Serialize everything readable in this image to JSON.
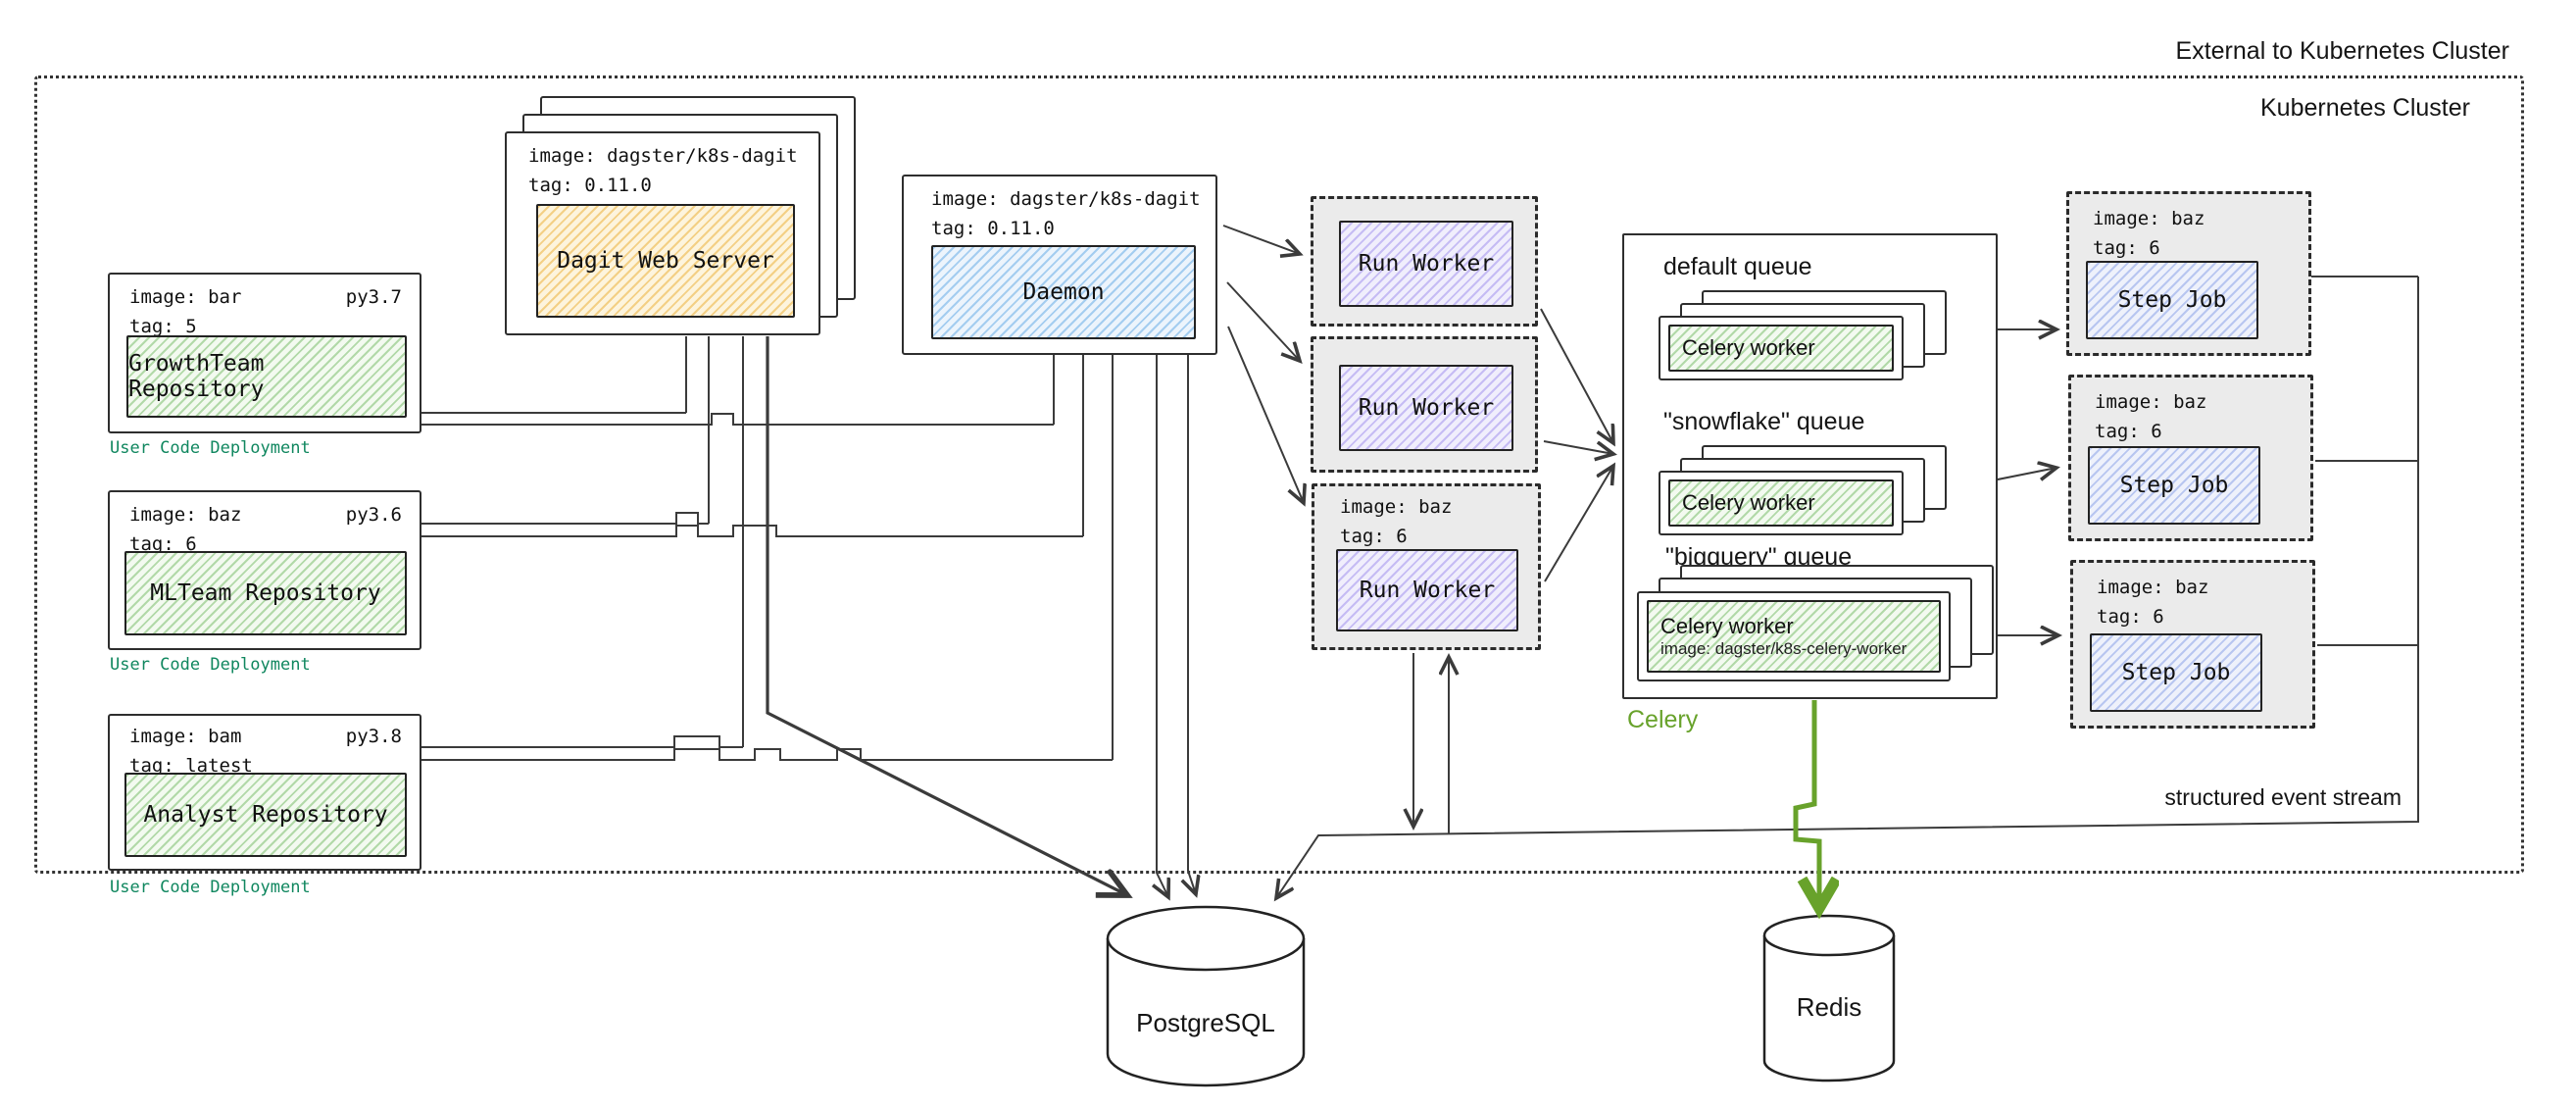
{
  "labels": {
    "external": "External to Kubernetes Cluster",
    "cluster": "Kubernetes Cluster",
    "event_stream": "structured event stream",
    "celery_caption": "Celery",
    "postgres": "PostgreSQL",
    "redis": "Redis"
  },
  "deployments": [
    {
      "image": "image: bar",
      "py": "py3.7",
      "tag": "tag: 5",
      "name": "GrowthTeam Repository",
      "caption": "User Code Deployment"
    },
    {
      "image": "image: baz",
      "py": "py3.6",
      "tag": "tag: 6",
      "name": "MLTeam Repository",
      "caption": "User Code Deployment"
    },
    {
      "image": "image: bam",
      "py": "py3.8",
      "tag": "tag: latest",
      "name": "Analyst Repository",
      "caption": "User Code Deployment"
    }
  ],
  "dagit": {
    "image": "image: dagster/k8s-dagit",
    "tag": "tag: 0.11.0",
    "label": "Dagit Web Server"
  },
  "daemon": {
    "image": "image: dagster/k8s-dagit",
    "tag": "tag: 0.11.0",
    "label": "Daemon"
  },
  "run_workers": {
    "w1": {
      "label": "Run Worker"
    },
    "w2": {
      "label": "Run Worker"
    },
    "w3": {
      "image": "image: baz",
      "tag": "tag: 6",
      "label": "Run Worker"
    }
  },
  "celery": {
    "queues": {
      "default": {
        "label": "default queue",
        "worker": "Celery worker"
      },
      "snowflake": {
        "label": "\"snowflake\" queue",
        "worker": "Celery worker"
      },
      "bigquery": {
        "label": "\"bigquery\" queue",
        "worker": "Celery worker",
        "worker_image": "image: dagster/k8s-celery-worker"
      }
    }
  },
  "step_jobs": {
    "j1": {
      "image": "image: baz",
      "tag": "tag: 6",
      "label": "Step Job"
    },
    "j2": {
      "image": "image: baz",
      "tag": "tag: 6",
      "label": "Step Job"
    },
    "j3": {
      "image": "image: baz",
      "tag": "tag: 6",
      "label": "Step Job"
    }
  },
  "colors": {
    "user_code_green": "#10875f",
    "celery_green": "#68a22b",
    "repo_hatch": "#7cbe6e",
    "dagit_hatch": "#edb74a",
    "daemon_hatch": "#74b3e8",
    "run_worker_hatch": "#a393ee",
    "step_job_hatch": "#8ca3e8",
    "line": "#3b3b3b"
  }
}
